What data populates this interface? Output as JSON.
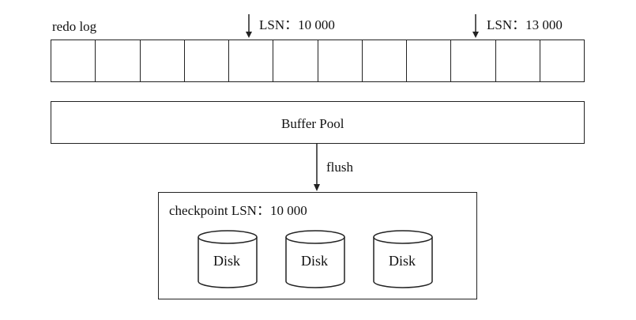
{
  "redo_log": {
    "label": "redo log",
    "cell_count": 12,
    "markers": [
      {
        "label": "LSN：10 000"
      },
      {
        "label": "LSN：13 000"
      }
    ]
  },
  "buffer_pool": {
    "label": "Buffer Pool"
  },
  "flush": {
    "label": "flush"
  },
  "checkpoint": {
    "label": "checkpoint LSN：10 000",
    "disks": [
      "Disk",
      "Disk",
      "Disk"
    ]
  }
}
